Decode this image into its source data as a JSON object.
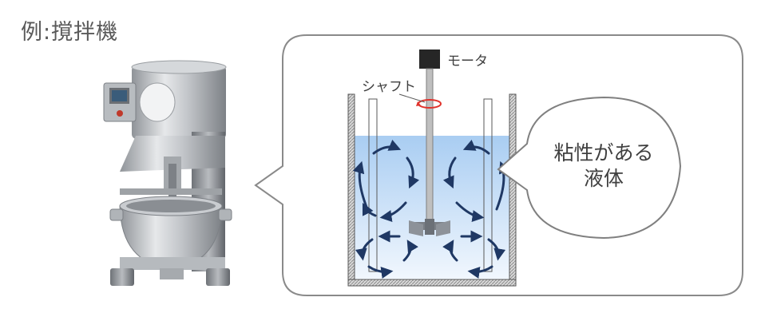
{
  "title": "例:撹拌機",
  "labels": {
    "motor": "モータ",
    "shaft": "シャフト",
    "liquid_line1": "粘性がある",
    "liquid_line2": "液体"
  },
  "colors": {
    "arrow": "#1f3864",
    "liquid_top": "#a9cdf2",
    "liquid_bottom": "#f3f8fe",
    "rotation": "#e0332c",
    "bubble_stroke": "#808080"
  },
  "icons": {
    "mixer": "stand-mixer-machine-icon",
    "motor": "motor-block-icon"
  }
}
